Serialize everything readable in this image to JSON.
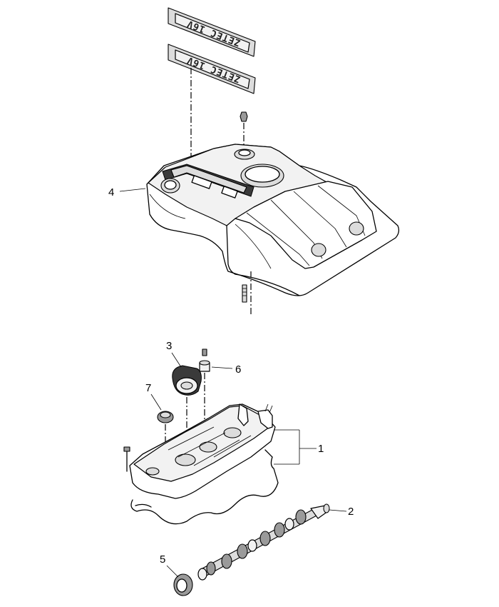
{
  "badges": {
    "upper_text": "ZETEC 16V",
    "lower_text": "ZETEC 16V"
  },
  "callouts": [
    {
      "id": "1",
      "label": "1"
    },
    {
      "id": "2",
      "label": "2"
    },
    {
      "id": "3",
      "label": "3"
    },
    {
      "id": "4",
      "label": "4"
    },
    {
      "id": "5",
      "label": "5"
    },
    {
      "id": "6",
      "label": "6"
    },
    {
      "id": "7",
      "label": "7"
    }
  ]
}
